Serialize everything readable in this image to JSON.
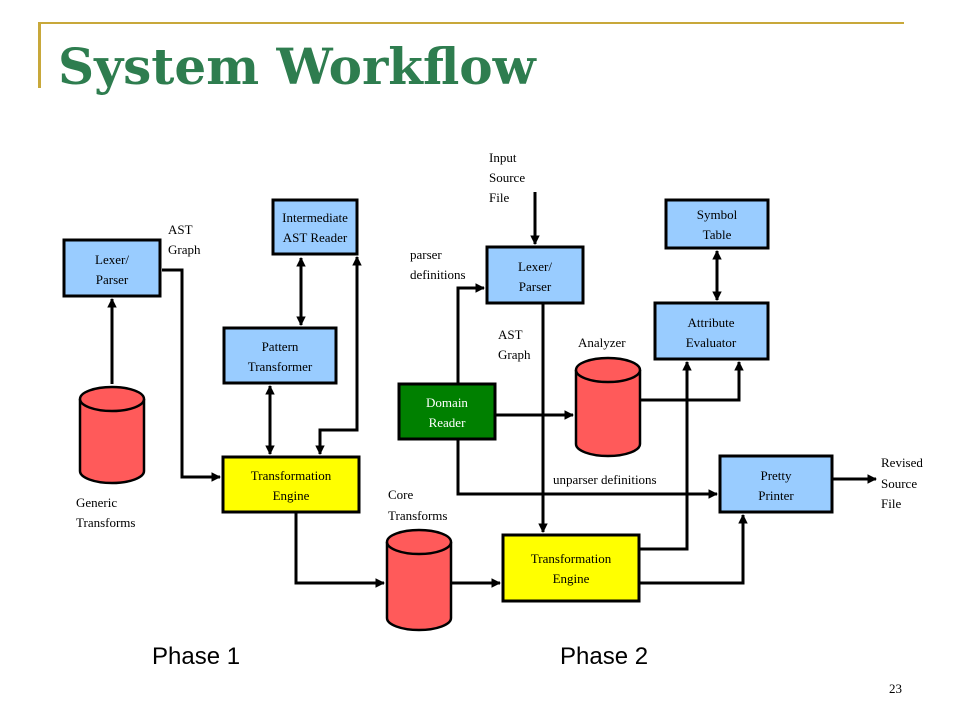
{
  "slide": {
    "title": "System Workflow",
    "page_number": "23",
    "accent_color": "#c8a83a",
    "title_color": "#2e7d4f"
  },
  "phases": {
    "phase1": "Phase 1",
    "phase2": "Phase 2"
  },
  "boxes": {
    "lexer_parser_1": [
      "Lexer/",
      "Parser"
    ],
    "intermediate_ast_reader": [
      "Intermediate",
      "AST Reader"
    ],
    "pattern_transformer": [
      "Pattern",
      "Transformer"
    ],
    "transformation_engine_1": [
      "Transformation",
      "Engine"
    ],
    "lexer_parser_2": [
      "Lexer/",
      "Parser"
    ],
    "domain_reader": [
      "Domain",
      "Reader"
    ],
    "symbol_table": [
      "Symbol",
      "Table"
    ],
    "attribute_evaluator": [
      "Attribute",
      "Evaluator"
    ],
    "pretty_printer": [
      "Pretty",
      "Printer"
    ],
    "transformation_engine_2": [
      "Transformation",
      "Engine"
    ]
  },
  "labels": {
    "ast_graph_1": [
      "AST",
      "Graph"
    ],
    "generic_transforms": [
      "Generic",
      "Transforms"
    ],
    "input_source_file": [
      "Input",
      "Source",
      "File"
    ],
    "parser_definitions": [
      "parser",
      "definitions"
    ],
    "ast_graph_2": [
      "AST",
      "Graph"
    ],
    "analyzer": [
      "Analyzer"
    ],
    "unparser_definitions": [
      "unparser definitions"
    ],
    "core_transforms": [
      "Core",
      "Transforms"
    ],
    "revised_source_file": [
      "Revised",
      "Source",
      "File"
    ]
  },
  "colors": {
    "box_blue": "#99ccff",
    "box_yellow": "#ffff00",
    "box_green": "#008000",
    "cylinder_red": "#ff5a5a"
  }
}
